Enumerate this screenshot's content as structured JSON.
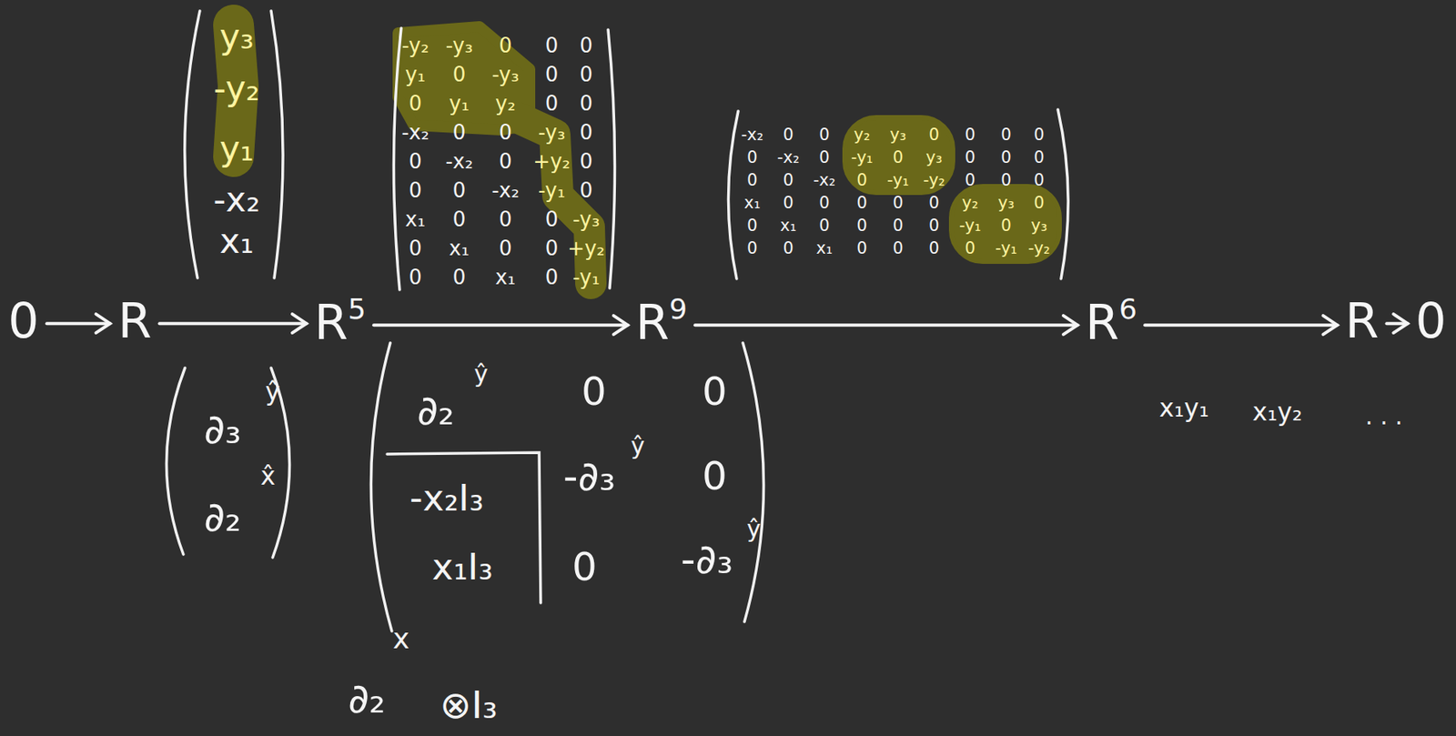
{
  "diagram": {
    "nodes": [
      {
        "text": [
          "0"
        ]
      },
      {
        "text": [
          "R"
        ]
      },
      {
        "text": [
          "R",
          "5"
        ]
      },
      {
        "text": [
          "R",
          "9"
        ]
      },
      {
        "text": [
          "R",
          "6"
        ]
      },
      {
        "text": [
          "R"
        ]
      },
      {
        "text": [
          "0"
        ]
      }
    ],
    "edges": [
      {
        "from": 0,
        "to": 1,
        "arrow": "to"
      },
      {
        "from": 1,
        "to": 2,
        "arrow": "to"
      },
      {
        "from": 2,
        "to": 3,
        "arrow": "to"
      },
      {
        "from": 3,
        "to": 4,
        "arrow": "to"
      },
      {
        "from": 4,
        "to": 5,
        "arrow": "to"
      },
      {
        "from": 5,
        "to": 6,
        "arrow": "to"
      }
    ],
    "labels": [
      "y₃",
      "-y₂",
      "y₁",
      "-x₂",
      "x₁",
      "-y₂",
      "-y₃",
      "0",
      "0",
      "0",
      "y₁",
      "0",
      "-y₃",
      "0",
      "0",
      "0",
      "y₁",
      "y₂",
      "0",
      "0",
      "-x₂",
      "0",
      "0",
      "-y₃",
      "0",
      "0",
      "-x₂",
      "0",
      "+y₂",
      "0",
      "0",
      "0",
      "-x₂",
      "-y₁",
      "0",
      "x₁",
      "0",
      "0",
      "0",
      "-y₃",
      "0",
      "x₁",
      "0",
      "0",
      "+y₂",
      "0",
      "0",
      "x₁",
      "0",
      "-y₁",
      "-x₂",
      "0",
      "0",
      "y₂",
      "y₃",
      "0",
      "0",
      "0",
      "0",
      "0",
      "-x₂",
      "0",
      "-y₁",
      "0",
      "y₃",
      "0",
      "0",
      "0",
      "0",
      "0",
      "-x₂",
      "0",
      "-y₁",
      "-y₂",
      "0",
      "0",
      "0",
      "x₁",
      "0",
      "0",
      "0",
      "0",
      "0",
      "y₂",
      "y₃",
      "0",
      "0",
      "x₁",
      "0",
      "0",
      "0",
      "0",
      "-y₁",
      "0",
      "y₃",
      "0",
      "0",
      "x₁",
      "0",
      "0",
      "0",
      "0",
      "-y₁",
      "-y₂",
      "∂₃",
      "ŷ",
      "∂₂",
      "x̂",
      "∂₂",
      "ŷ",
      "0",
      "0",
      "-x₂I₃",
      "-∂₃",
      "ŷ",
      "0",
      "x₁I₃",
      "0",
      "-∂₃",
      "ŷ",
      "∂₂",
      "x",
      "⊗I₃",
      "x₁y₁",
      "x₁y₂",
      ". . ."
    ]
  }
}
